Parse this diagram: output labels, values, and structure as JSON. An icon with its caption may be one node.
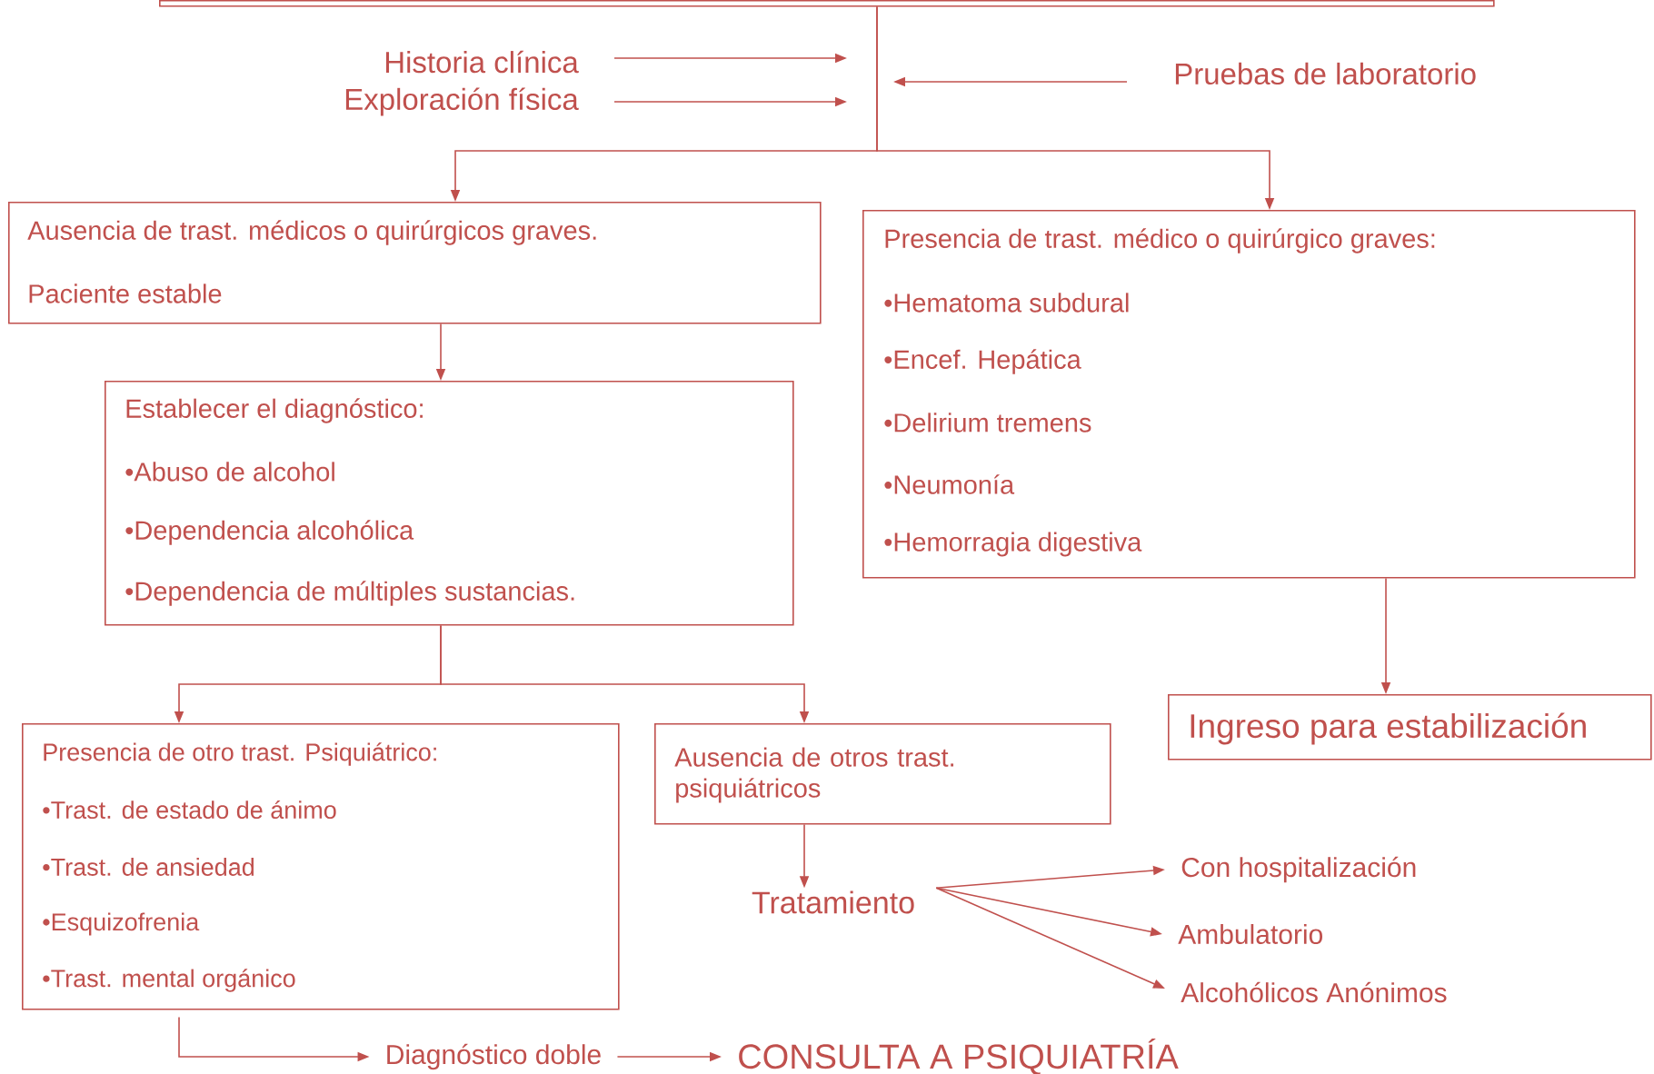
{
  "diagram": {
    "nodes": [
      {
        "text": [],
        "shape": "box"
      },
      {
        "text": [
          "Historia clínica"
        ]
      },
      {
        "text": [
          "Exploración física"
        ]
      },
      {
        "text": [
          "Pruebas de laboratorio"
        ]
      },
      {
        "text": [
          "Ausencia de trast. médicos o quirúrgicos graves.",
          "Paciente estable"
        ]
      },
      {
        "text": [
          "Presencia de trast. médico o quirúrgico graves:",
          "•Hematoma subdural",
          "•Encef. Hepática",
          "•Delirium tremens",
          "•Neumonía",
          "•Hemorragia digestiva"
        ]
      },
      {
        "text": [
          "Establecer el diagnóstico:",
          "•Abuso de alcohol",
          "•Dependencia alcohólica",
          "•Dependencia de múltiples sustancias."
        ]
      },
      {
        "text": [
          "Ingreso para estabilización"
        ]
      },
      {
        "text": [
          "Presencia de otro trast. Psiquiátrico:",
          "•Trast. de estado de ánimo",
          "•Trast. de ansiedad",
          "•Esquizofrenia",
          "•Trast. mental orgánico"
        ]
      },
      {
        "text": [
          "Ausencia de otros trast. psiquiátricos"
        ]
      },
      {
        "text": [
          "Tratamiento"
        ]
      },
      {
        "text": [
          "Con hospitalización"
        ]
      },
      {
        "text": [
          "Ambulatorio"
        ]
      },
      {
        "text": [
          "Alcohólicos Anónimos"
        ]
      },
      {
        "text": [
          "Diagnóstico doble"
        ]
      },
      {
        "text": [
          "CONSULTA A PSIQUIATRÍA"
        ]
      }
    ],
    "edges": [
      {
        "from": 1,
        "to": null,
        "arrow": "to"
      },
      {
        "from": 2,
        "to": null,
        "arrow": "to"
      },
      {
        "from": 3,
        "to": null,
        "arrow": "to"
      },
      {
        "from": 0,
        "to": 4,
        "arrow": "to"
      },
      {
        "from": 0,
        "to": 5,
        "arrow": "to"
      },
      {
        "from": 4,
        "to": 6,
        "arrow": "to"
      },
      {
        "from": 5,
        "to": 7,
        "arrow": "to"
      },
      {
        "from": 6,
        "to": 8,
        "arrow": "to"
      },
      {
        "from": 6,
        "to": 9,
        "arrow": "to"
      },
      {
        "from": 9,
        "to": 10,
        "arrow": "to"
      },
      {
        "from": 10,
        "to": 11,
        "arrow": "to"
      },
      {
        "from": 10,
        "to": 12,
        "arrow": "to"
      },
      {
        "from": 10,
        "to": 13,
        "arrow": "to"
      },
      {
        "from": 8,
        "to": 14,
        "arrow": "to"
      },
      {
        "from": 14,
        "to": 15,
        "arrow": "to"
      }
    ]
  }
}
